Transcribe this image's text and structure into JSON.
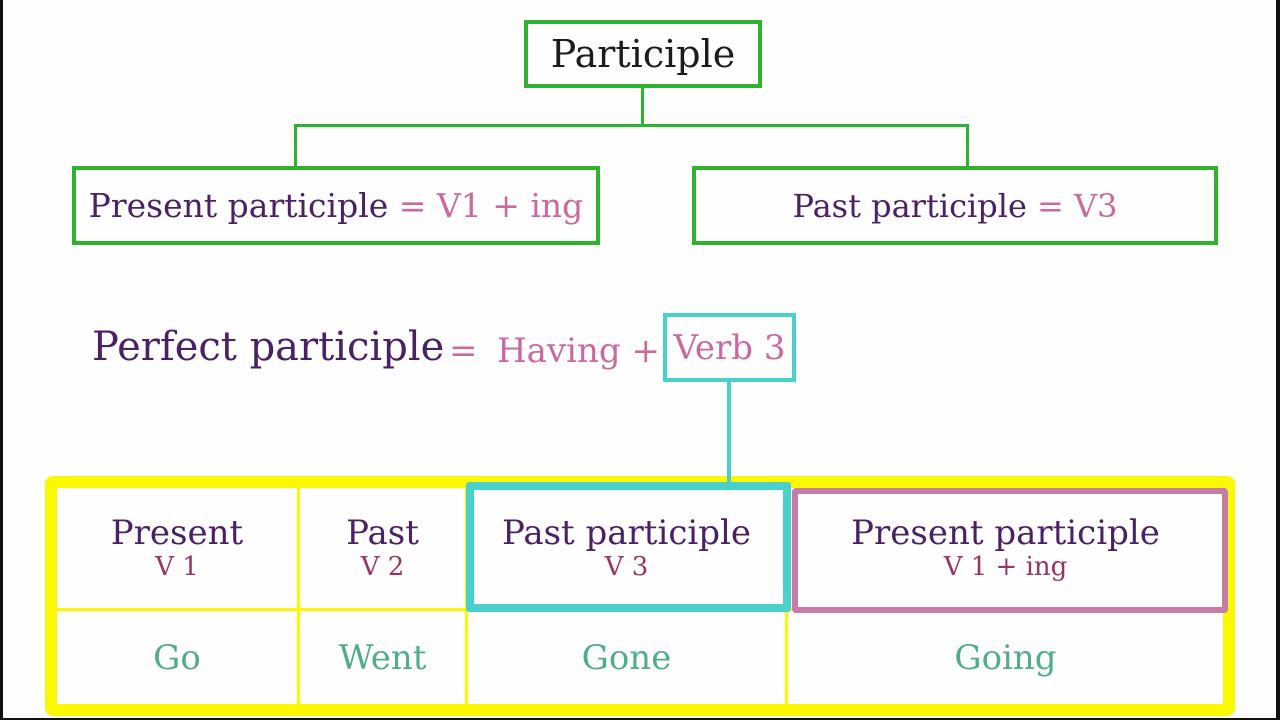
{
  "colors": {
    "green": "#2cb52c",
    "purple": "#4b2165",
    "pink": "#c9699e",
    "cyan": "#4bcfca",
    "yellow": "#fcf800",
    "pinkborder": "#c77ca6",
    "verbgreen": "#4fae87",
    "magenta": "#9c3366",
    "ink": "#1c1c1c"
  },
  "tree": {
    "root": {
      "label": "Participle"
    },
    "children": [
      {
        "label": "Present participle ",
        "formula": "= V1 + ing"
      },
      {
        "label": "Past participle ",
        "formula": "= V3"
      }
    ]
  },
  "perfect": {
    "label": "Perfect participle",
    "equals": "=",
    "formula_prefix": "Having +",
    "boxed_term": "Verb 3"
  },
  "table": {
    "columns": [
      {
        "header": "Present",
        "sub": "V 1",
        "value": "Go"
      },
      {
        "header": "Past",
        "sub": "V 2",
        "value": "Went"
      },
      {
        "header": "Past participle",
        "sub": "V 3",
        "value": "Gone",
        "highlight": "cyan"
      },
      {
        "header": "Present participle",
        "sub": "V 1 + ing",
        "value": "Going",
        "highlight": "pink"
      }
    ]
  }
}
